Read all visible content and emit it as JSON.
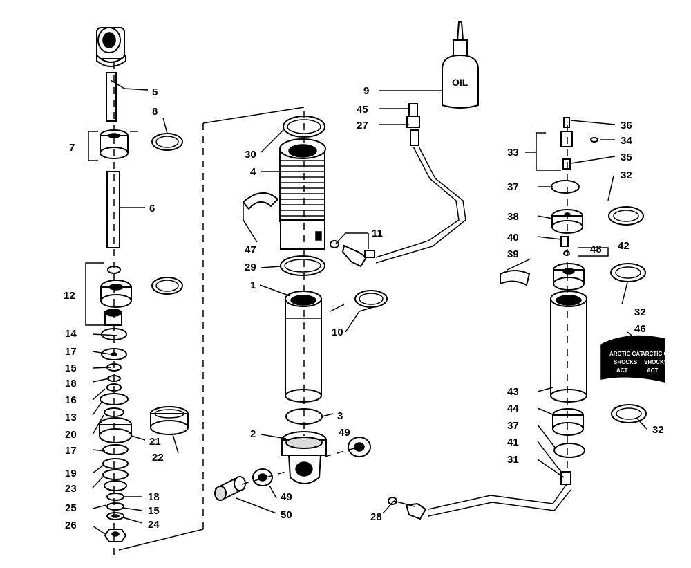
{
  "diagram": {
    "oil_label": "OIL",
    "decal_text": [
      "ARCTIC CAT",
      "SHOCKS",
      "ACT"
    ],
    "callouts": [
      {
        "id": "c5",
        "text": "5"
      },
      {
        "id": "c8",
        "text": "8"
      },
      {
        "id": "c7",
        "text": "7"
      },
      {
        "id": "c6",
        "text": "6"
      },
      {
        "id": "c12",
        "text": "12"
      },
      {
        "id": "c14",
        "text": "14"
      },
      {
        "id": "c17a",
        "text": "17"
      },
      {
        "id": "c15a",
        "text": "15"
      },
      {
        "id": "c18a",
        "text": "18"
      },
      {
        "id": "c16",
        "text": "16"
      },
      {
        "id": "c13",
        "text": "13"
      },
      {
        "id": "c20",
        "text": "20"
      },
      {
        "id": "c21",
        "text": "21"
      },
      {
        "id": "c22",
        "text": "22"
      },
      {
        "id": "c17b",
        "text": "17"
      },
      {
        "id": "c19",
        "text": "19"
      },
      {
        "id": "c23",
        "text": "23"
      },
      {
        "id": "c18b",
        "text": "18"
      },
      {
        "id": "c25",
        "text": "25"
      },
      {
        "id": "c15b",
        "text": "15"
      },
      {
        "id": "c24",
        "text": "24"
      },
      {
        "id": "c26",
        "text": "26"
      },
      {
        "id": "c9",
        "text": "9"
      },
      {
        "id": "c45",
        "text": "45"
      },
      {
        "id": "c27",
        "text": "27"
      },
      {
        "id": "c30",
        "text": "30"
      },
      {
        "id": "c4",
        "text": "4"
      },
      {
        "id": "c11",
        "text": "11"
      },
      {
        "id": "c47",
        "text": "47"
      },
      {
        "id": "c29",
        "text": "29"
      },
      {
        "id": "c1",
        "text": "1"
      },
      {
        "id": "c10",
        "text": "10"
      },
      {
        "id": "c3",
        "text": "3"
      },
      {
        "id": "c2",
        "text": "2"
      },
      {
        "id": "c49a",
        "text": "49"
      },
      {
        "id": "c49b",
        "text": "49"
      },
      {
        "id": "c50",
        "text": "50"
      },
      {
        "id": "c28",
        "text": "28"
      },
      {
        "id": "c36",
        "text": "36"
      },
      {
        "id": "c34",
        "text": "34"
      },
      {
        "id": "c33",
        "text": "33"
      },
      {
        "id": "c35",
        "text": "35"
      },
      {
        "id": "c32a",
        "text": "32"
      },
      {
        "id": "c37a",
        "text": "37"
      },
      {
        "id": "c38",
        "text": "38"
      },
      {
        "id": "c40",
        "text": "40"
      },
      {
        "id": "c48",
        "text": "48"
      },
      {
        "id": "c42",
        "text": "42"
      },
      {
        "id": "c39",
        "text": "39"
      },
      {
        "id": "c32b",
        "text": "32"
      },
      {
        "id": "c46",
        "text": "46"
      },
      {
        "id": "c43",
        "text": "43"
      },
      {
        "id": "c44",
        "text": "44"
      },
      {
        "id": "c32c",
        "text": "32"
      },
      {
        "id": "c37b",
        "text": "37"
      },
      {
        "id": "c41",
        "text": "41"
      },
      {
        "id": "c31",
        "text": "31"
      }
    ]
  }
}
